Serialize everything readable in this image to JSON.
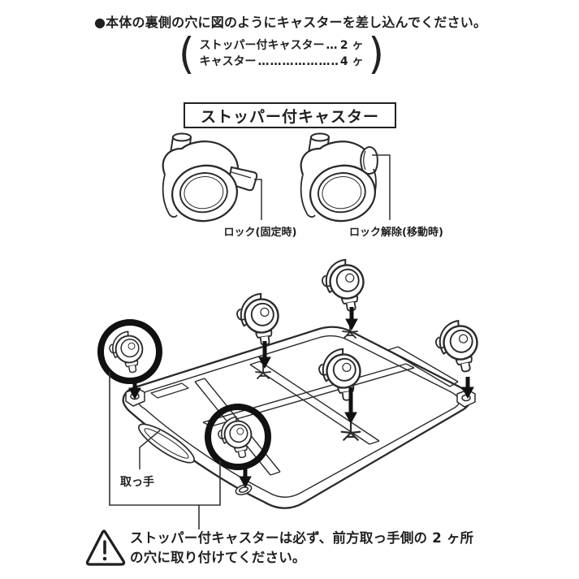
{
  "page": {
    "background_color": "#ffffff",
    "ink_color": "#1f1f1f",
    "type": "instruction-manual-page"
  },
  "instruction": {
    "bullet": "●",
    "text": "●本体の裏側の穴に図のようにキャスターを差し込んでください。"
  },
  "parts_list": {
    "items": [
      {
        "name": "ストッパー付キャスター",
        "dots": "…",
        "qty": "2 ヶ"
      },
      {
        "name": "キャスター",
        "dots": "………………………",
        "qty": "4 ヶ"
      }
    ]
  },
  "detail_section": {
    "box_label": "ストッパー付キャスター",
    "left_caption": "ロック(固定時)",
    "right_caption": "ロック解除(移動時)"
  },
  "diagram": {
    "handle_label": "取っ手",
    "stopper_caster_count": 2,
    "plain_caster_count": 4,
    "highlight_ring_color": "#111111"
  },
  "warning": {
    "icon": "warning-triangle-icon",
    "line1": "ストッパー付キャスターは必ず、前方取っ手側の 2 ヶ所",
    "line2": "の穴に取り付けてください。"
  }
}
